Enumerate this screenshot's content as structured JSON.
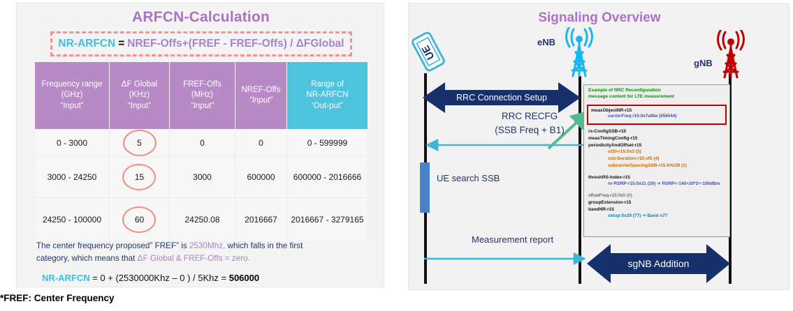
{
  "left": {
    "title": "ARFCN-Calculation",
    "formula": {
      "term": "NR-ARFCN",
      "equals": "=",
      "expression": "NREF-Offs+(FREF - FREF-Offs) / ΔFGlobal"
    },
    "table": {
      "headers": [
        {
          "line1": "Frequency range",
          "line2": "(GHz)",
          "line3": "“Input”",
          "kind": "input"
        },
        {
          "line1": "ΔF Global",
          "line2": "(KHz)",
          "line3": "“Input”",
          "kind": "input"
        },
        {
          "line1": "FREF-Offs",
          "line2": "(MHz)",
          "line3": "“Input”",
          "kind": "input"
        },
        {
          "line1": "NREF-Offs",
          "line2": "",
          "line3": "“Input”",
          "kind": "input"
        },
        {
          "line1": "Range of",
          "line2": "NR-ARFCN",
          "line3": "‘Out-put”",
          "kind": "output"
        }
      ],
      "rows": [
        {
          "freq_range": "0 - 3000",
          "df_global": "5",
          "fref_offs": "0",
          "nref_offs": "0",
          "range": "0 - 599999"
        },
        {
          "freq_range": "3000 - 24250",
          "df_global": "15",
          "fref_offs": "3000",
          "nref_offs": "600000",
          "range": "600000 - 2016666"
        },
        {
          "freq_range": "24250 - 100000",
          "df_global": "60",
          "fref_offs": "24250.08",
          "nref_offs": "2016667",
          "range": "2016667 - 3279165"
        }
      ]
    },
    "note_line1_a": "The center frequency proposed” FREF” is ",
    "note_line1_hl": "2530Mhz,",
    "note_line1_b": " which falls in the first",
    "note_line2_a": "category, which means that ",
    "note_line2_hl": "ΔF Global & FREF-Offs = zero.",
    "result_term": "NR-ARFCN",
    "result_expr": " = 0 + (2530000Khz – 0 ) / 5Khz = ",
    "result_value": "506000",
    "fref_footnote": "*FREF: Center Frequency"
  },
  "right": {
    "title": "Signaling Overview",
    "nodes": {
      "ue": "UE",
      "enb": "eNB",
      "gnb": "gNB"
    },
    "arrows": {
      "rrc_connection_setup": "RRC Connection Setup",
      "rrc_recfg_line1": "RRC  RECFG",
      "rrc_recfg_line2": "(SSB Freq + B1)",
      "ue_search_ssb": "UE search SSB",
      "measurement_report": "Measurement report",
      "sgnb_addition": "sgNB Addition"
    },
    "message_box": {
      "title_line1": "Example of RRC Reconfiguration",
      "title_line2": "message content for LTE measurement",
      "highlight_line1": "measObjectNR-r15",
      "highlight_line2": "carrierFreq-r15:0x7a95e (656544)",
      "lines": [
        {
          "text": "rs-ConfigSSB-r15",
          "style": "bold"
        },
        {
          "text": "measTimingConfig-r15",
          "style": "bold"
        },
        {
          "text": "periodicityAndOffset-r15",
          "style": "bold"
        },
        {
          "text": "sf20-r15:0x3 (3)",
          "style": "indent-orange"
        },
        {
          "text": "ssb-Duration-r15:sf5 (4)",
          "style": "indent-orange"
        },
        {
          "text": "subcarrierSpacingSSB-r15:kHz30 (1)",
          "style": "indent-orange"
        },
        {
          "text": "",
          "style": "gap"
        },
        {
          "text": "threshRS-Index-r15",
          "style": "bold"
        },
        {
          "text": "nr-RSRP-r15:0x11 (20)  ➔  RSRP=-140+20*2=-100dBm",
          "style": "indent-blue"
        },
        {
          "text": "",
          "style": "gap"
        },
        {
          "text": "offsetFreq-r15:0x0 (0)",
          "style": "plain"
        },
        {
          "text": "groupExtension-r15",
          "style": "bold"
        },
        {
          "text": "bandNR-r15",
          "style": "bold"
        },
        {
          "text": "setup:0x29 (77)  ➔  Band n77",
          "style": "indent-teal"
        }
      ]
    },
    "colors": {
      "navy_arrow": "#16306b",
      "cyan_line": "#3fb6d8",
      "green_arrow": "#57b98f",
      "red_highlight": "#c20000",
      "purple_title": "#ab72c4",
      "gnb_red": "#c00000",
      "enb_cyan": "#15b7ef"
    }
  }
}
